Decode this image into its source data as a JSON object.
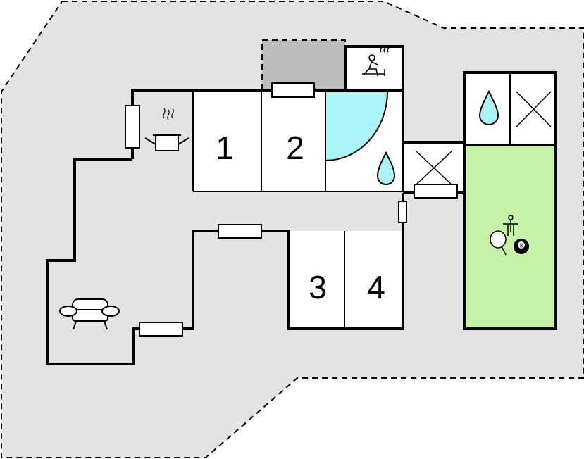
{
  "rooms": [
    {
      "id": "bedroom-1",
      "label": "1"
    },
    {
      "id": "bedroom-2",
      "label": "2"
    },
    {
      "id": "bedroom-3",
      "label": "3"
    },
    {
      "id": "bedroom-4",
      "label": "4"
    }
  ],
  "icons": [
    {
      "id": "kitchen",
      "icon": "cooking-pot-icon"
    },
    {
      "id": "sauna",
      "icon": "sauna-icon"
    },
    {
      "id": "shower",
      "icon": "shower-icon"
    },
    {
      "id": "bathroom",
      "icon": "water-drop-icon"
    },
    {
      "id": "annex-bath",
      "icon": "water-drop-icon"
    },
    {
      "id": "utility",
      "icon": "cross-icon"
    },
    {
      "id": "annex-utility",
      "icon": "cross-icon"
    },
    {
      "id": "living",
      "icon": "sofa-icon"
    },
    {
      "id": "activity",
      "icon": "table-football-icon"
    },
    {
      "id": "activity-pingpong",
      "icon": "ping-pong-icon"
    },
    {
      "id": "activity-billiard",
      "icon": "billiard-ball-icon"
    }
  ],
  "billiard_ball_text": "8",
  "colors": {
    "plot": "#e3e3e3",
    "interior": "#e3e3e3",
    "rooms": "#ffffff",
    "wall": "#000000",
    "shower": "#aaf4f6",
    "activity_room": "#c7f1a6",
    "terrace": "#bcbcbc"
  }
}
